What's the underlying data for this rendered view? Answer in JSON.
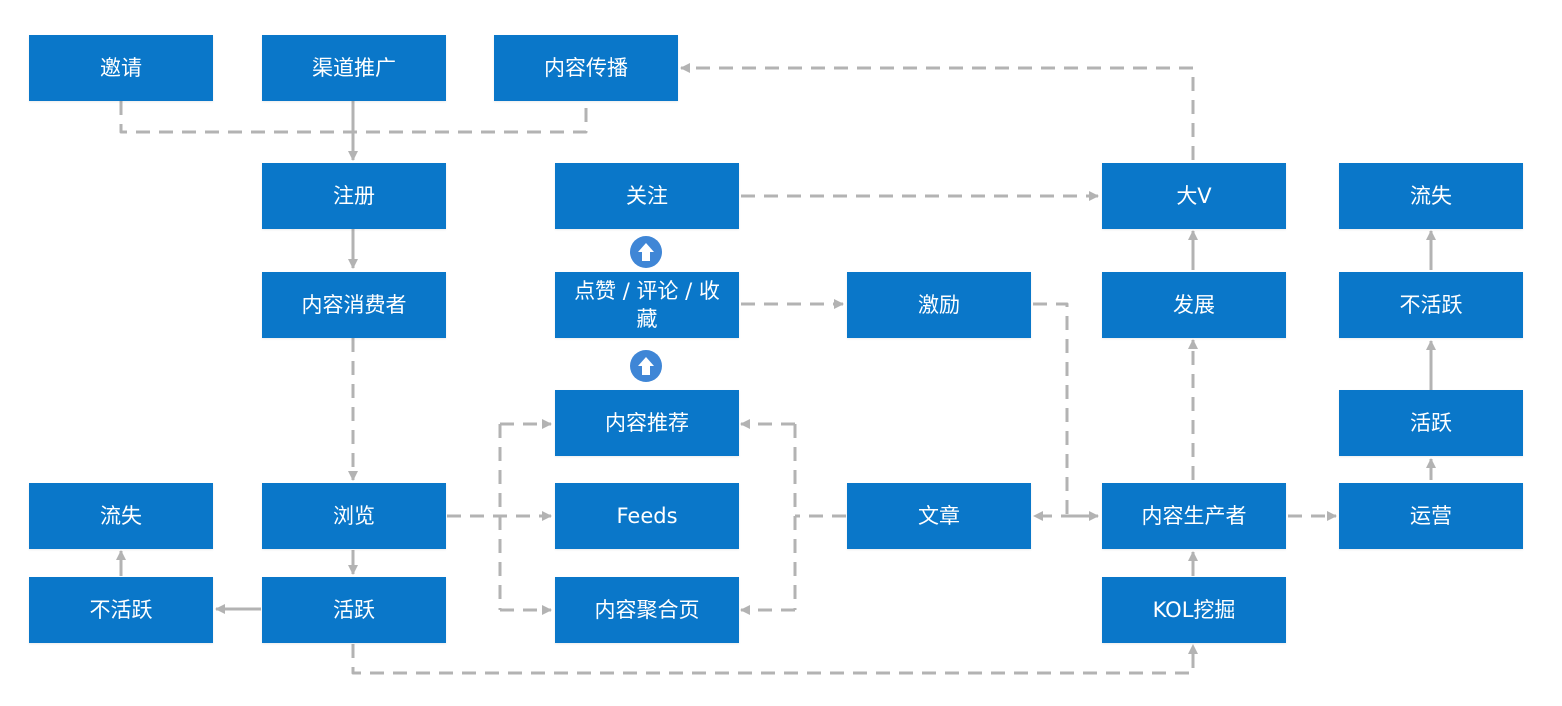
{
  "colors": {
    "node_fill": "#0a77c9",
    "node_text": "#ffffff",
    "connector": "#b3b3b3",
    "badge": "#3f86d6"
  },
  "nodes": {
    "invite": "邀请",
    "channel_promotion": "渠道推广",
    "content_spread": "内容传播",
    "register": "注册",
    "content_consumer": "内容消费者",
    "follow": "关注",
    "like_comment_collect": "点赞 / 评论 / 收藏",
    "content_recommend": "内容推荐",
    "feeds": "Feeds",
    "content_aggregate": "内容聚合页",
    "incentive": "激励",
    "article": "文章",
    "big_v": "大V",
    "develop": "发展",
    "content_producer": "内容生产者",
    "kol_mining": "KOL挖掘",
    "producer_churn": "流失",
    "producer_inactive": "不活跃",
    "producer_active": "活跃",
    "operation": "运营",
    "consumer_churn": "流失",
    "consumer_inactive": "不活跃",
    "browse": "浏览",
    "consumer_active": "活跃"
  },
  "badge_icons": [
    "arrow-up-icon",
    "arrow-up-icon"
  ]
}
